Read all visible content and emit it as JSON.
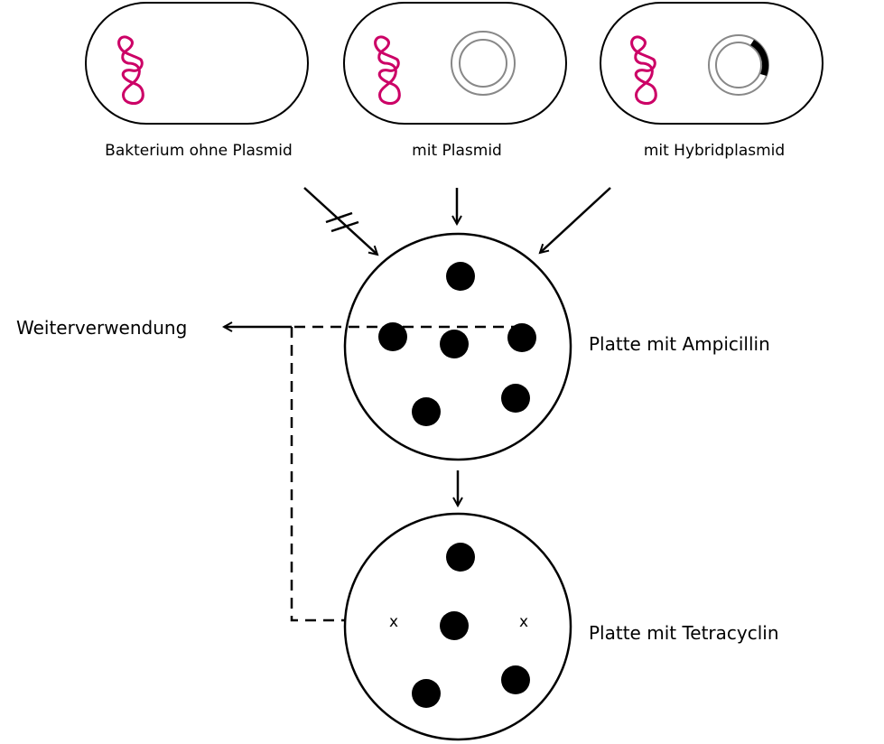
{
  "bacteria": [
    {
      "label": "Bakterium ohne Plasmid",
      "plasmid": "none"
    },
    {
      "label": "mit Plasmid",
      "plasmid": "plasmid"
    },
    {
      "label": "mit Hybridplasmid",
      "plasmid": "hybrid-plasmid"
    }
  ],
  "plates": {
    "ampicillin": {
      "label": "Platte mit Ampicillin",
      "colony_count": 6
    },
    "tetracycline": {
      "label": "Platte mit Tetracyclin",
      "colony_count": 4,
      "missing_marker": "x"
    }
  },
  "side_label": "Weiterverwendung",
  "colors": {
    "chromosome": "#cc0066",
    "plasmid_ring": "#888888",
    "outline": "#000000",
    "insert": "#000000"
  }
}
